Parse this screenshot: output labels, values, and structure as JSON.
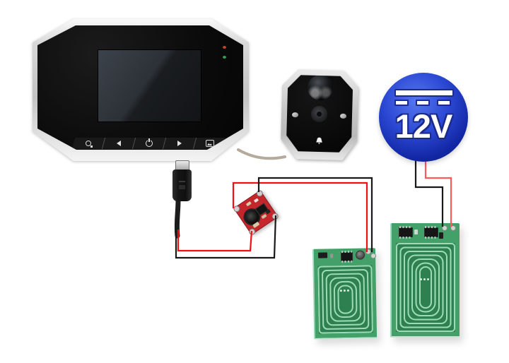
{
  "badge": {
    "label": "12V",
    "symbol": "dc-power-icon",
    "circle_top_color": "#5577ef",
    "circle_edge_color": "#0a1878",
    "outline_color": "#1b2a8c",
    "text_color": "#ffffff"
  },
  "monitor": {
    "led_red": "#c2402e",
    "led_green": "#2e9e58",
    "buttons": [
      {
        "id": "menu",
        "icon": "gear-icon"
      },
      {
        "id": "previous",
        "icon": "left-arrow-icon"
      },
      {
        "id": "power",
        "icon": "power-icon"
      },
      {
        "id": "next",
        "icon": "right-arrow-icon"
      },
      {
        "id": "photo",
        "icon": "photo-icon"
      }
    ]
  },
  "camera": {
    "bell": "bell-icon"
  },
  "modules": {
    "converter": {
      "board_color": "#c4262b"
    },
    "coil_small": {
      "board_color": "#43a069",
      "trace_color": "#9ddbb6"
    },
    "coil_large": {
      "board_color": "#43a069",
      "trace_color": "#9ddbb6"
    }
  },
  "wires": {
    "positive": "#ee1111",
    "positive_light": "#ff5a5a",
    "negative": "#181818",
    "cable": "#1c1c1c",
    "ribbon": "#b5ab9d"
  }
}
